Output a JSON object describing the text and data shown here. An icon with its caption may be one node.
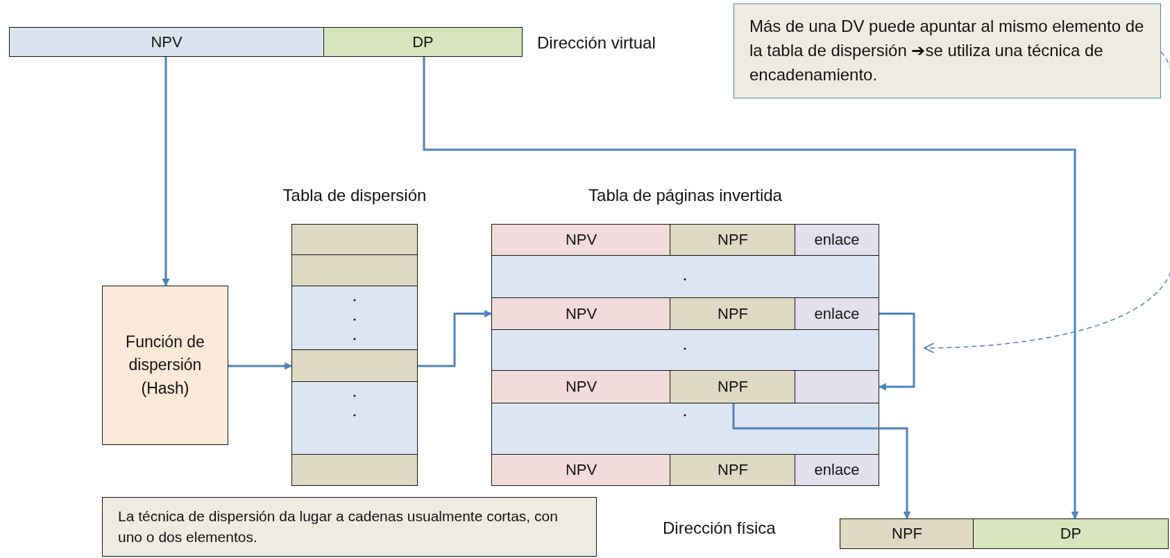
{
  "diagram": {
    "nodes": [
      {
        "text": [
          "NPV"
        ]
      },
      {
        "text": [
          "DP"
        ]
      },
      {
        "text": [
          "Más de una DV puede apuntar al mismo elemento de la tabla de dispersión ➔se utiliza una técnica de encadenamiento."
        ]
      },
      {
        "text": [
          "Función de dispersión (Hash)"
        ]
      },
      {
        "text": [
          "Tabla de dispersión"
        ]
      },
      {
        "text": [],
        "shape": "box",
        "in": 4
      },
      {
        "text": [],
        "shape": "box",
        "in": 4
      },
      {
        "text": [],
        "shape": "box",
        "in": 4
      },
      {
        "text": [],
        "shape": "box",
        "in": 4
      },
      {
        "text": [
          "Tabla de páginas invertida"
        ]
      },
      {
        "text": [
          "NPV"
        ],
        "in": 9
      },
      {
        "text": [
          "NPF"
        ],
        "in": 9
      },
      {
        "text": [
          "enlace"
        ],
        "in": 9
      },
      {
        "text": [
          "NPV"
        ],
        "in": 9
      },
      {
        "text": [
          "NPF"
        ],
        "in": 9
      },
      {
        "text": [
          "enlace"
        ],
        "in": 9
      },
      {
        "text": [
          "NPV"
        ],
        "in": 9
      },
      {
        "text": [
          "NPF"
        ],
        "in": 9
      },
      {
        "text": [],
        "shape": "box",
        "in": 9
      },
      {
        "text": [
          "NPV"
        ],
        "in": 9
      },
      {
        "text": [
          "NPF"
        ],
        "in": 9
      },
      {
        "text": [
          "enlace"
        ],
        "in": 9
      },
      {
        "text": [
          "La técnica de dispersión da lugar a cadenas usualmente cortas, con uno o dos elementos."
        ]
      },
      {
        "text": [
          "NPF"
        ]
      },
      {
        "text": [
          "DP"
        ]
      }
    ],
    "edges": [
      {
        "from": 0,
        "to": 3,
        "arrow": "to"
      },
      {
        "from": 3,
        "to": 7,
        "arrow": "to"
      },
      {
        "from": 7,
        "to": 13,
        "arrow": "to"
      },
      {
        "from": 15,
        "to": 18,
        "arrow": "to"
      },
      {
        "from": 17,
        "to": 23,
        "arrow": "to"
      },
      {
        "from": 1,
        "to": 24,
        "arrow": "to"
      },
      {
        "from": 2,
        "to": null,
        "arrow": "to",
        "style": "dashed"
      }
    ],
    "labels": [
      "Dirección virtual",
      "Dirección física"
    ]
  }
}
